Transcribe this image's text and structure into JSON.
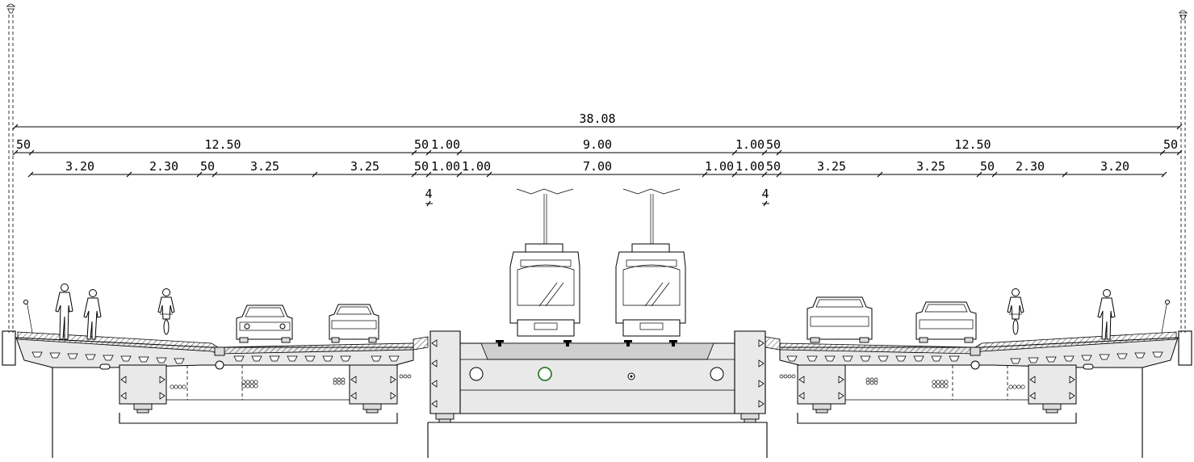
{
  "dimensions": {
    "total": "38.08",
    "row2": {
      "left_edge": "50",
      "left_deck": "12.50",
      "left_gap": "50",
      "left_rail": "1.00",
      "center": "9.00",
      "right_rail": "1.00",
      "right_gap": "50",
      "right_deck": "12.50",
      "right_edge": "50"
    },
    "row3": {
      "l_walk": "3.20",
      "l_bike": "2.30",
      "l_sep": "50",
      "l_lane1": "3.25",
      "l_lane2": "3.25",
      "l_gap": "50",
      "l_rail1": "1.00",
      "l_rail2": "1.00",
      "track": "7.00",
      "r_rail2": "1.00",
      "r_rail1": "1.00",
      "r_gap": "50",
      "r_lane2": "3.25",
      "r_lane1": "3.25",
      "r_sep": "50",
      "r_bike": "2.30",
      "r_walk": "3.20"
    },
    "small_left": "4",
    "small_right": "4"
  },
  "colors": {
    "line": "#000000",
    "deck_fill": "#e9e9e9",
    "track_bed": "#cfcfcf",
    "pipe_green": "#2e7d32"
  }
}
